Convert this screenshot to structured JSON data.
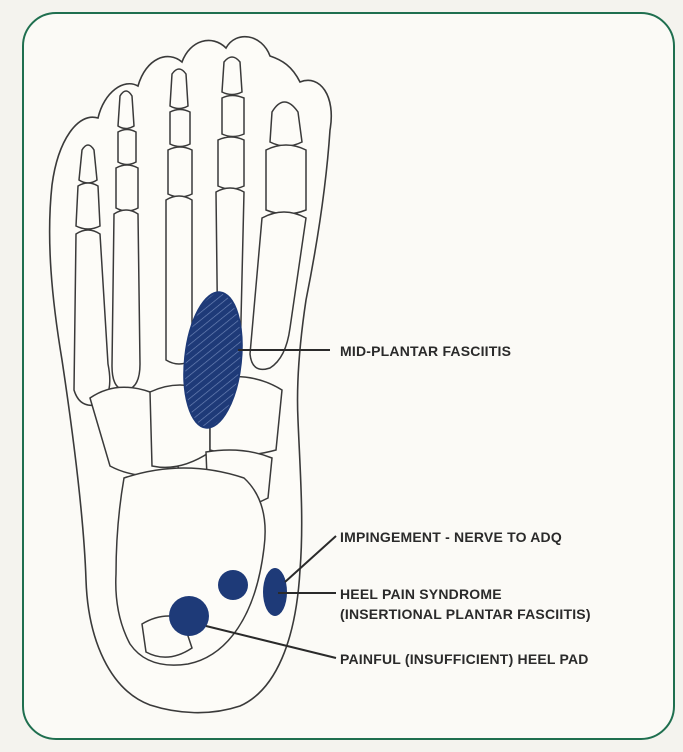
{
  "labels": {
    "mid_plantar": "MID-PLANTAR FASCIITIS",
    "impingement": "IMPINGEMENT - NERVE TO ADQ",
    "heel_pain_line1": "HEEL PAIN SYNDROME",
    "heel_pain_line2": "(INSERTIONAL PLANTAR FASCIITIS)",
    "heel_pad": "PAINFUL (INSUFFICIENT) HEEL PAD"
  },
  "colors": {
    "frame": "#1f6f4f",
    "marker": "#1e3a78",
    "bone_outline": "#3a3a3a",
    "text": "#2a2a2a"
  },
  "icons": {
    "foot_skeleton": "foot-skeleton-plantar-view"
  }
}
